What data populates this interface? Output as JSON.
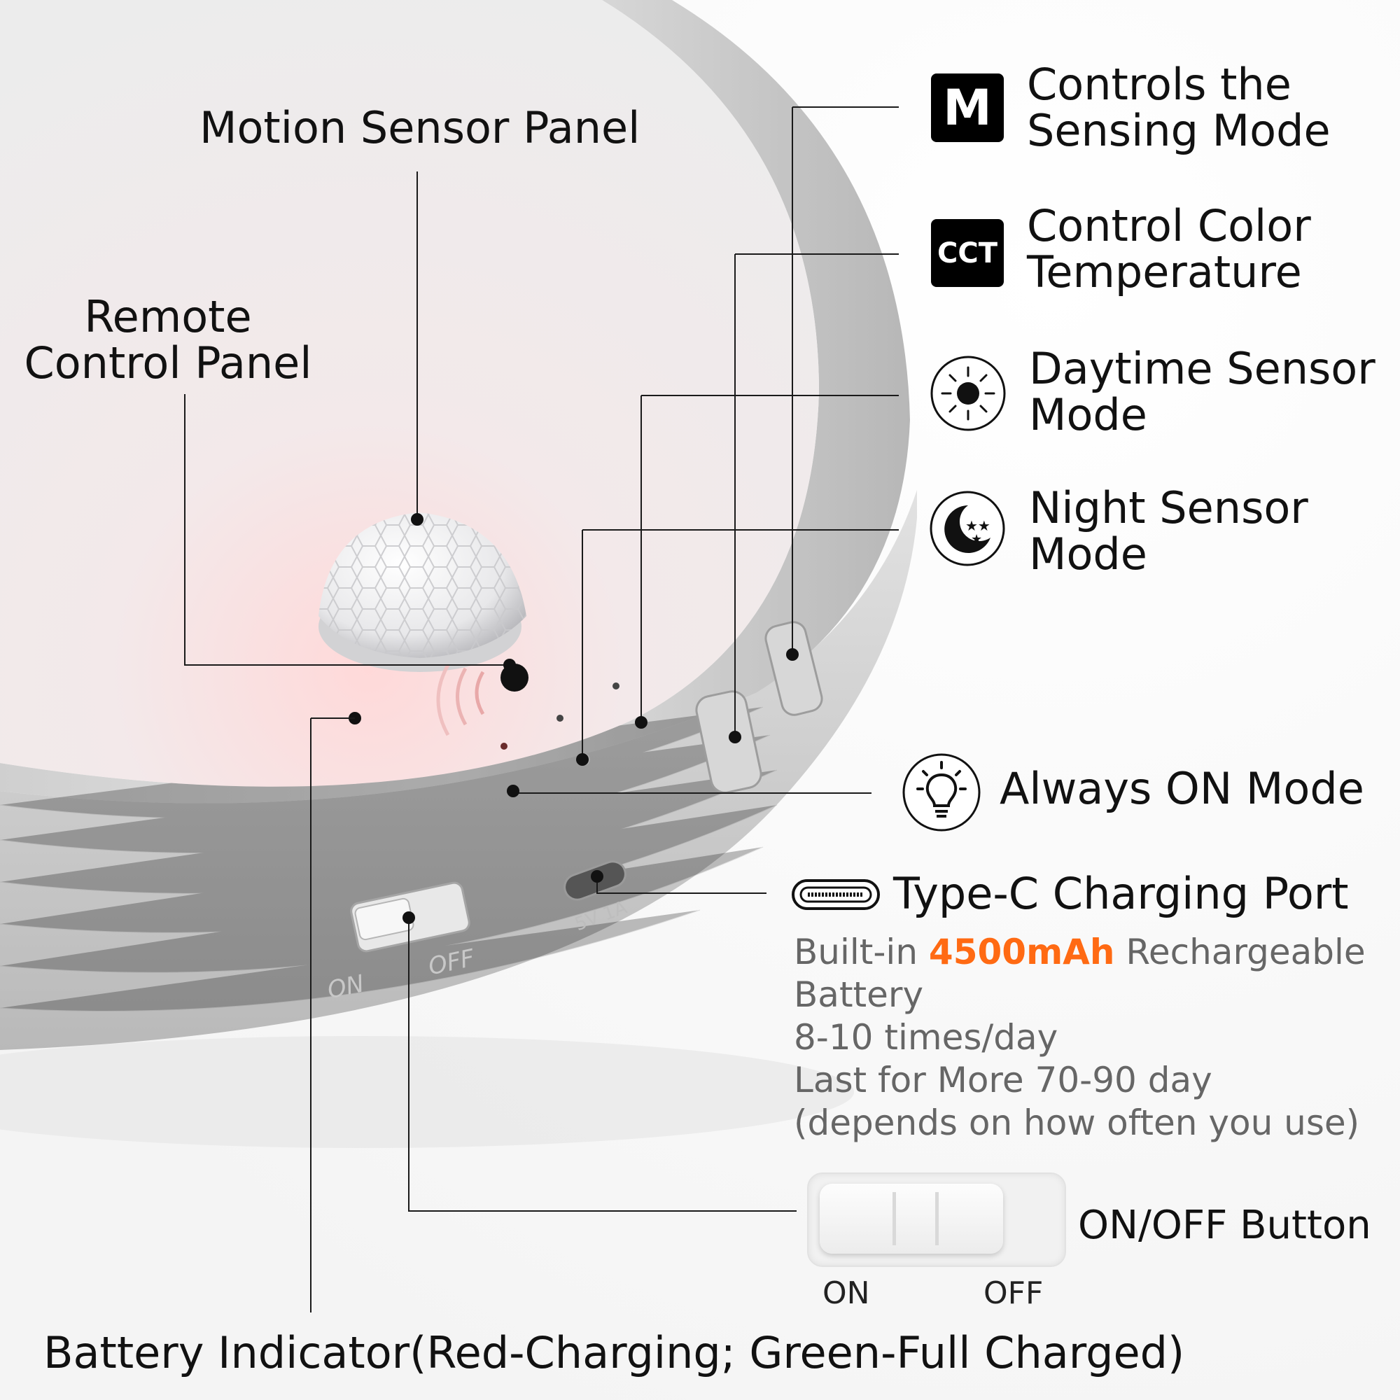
{
  "labels": {
    "motion_sensor": "Motion Sensor Panel",
    "remote_control": [
      "Remote",
      "Control Panel"
    ],
    "sensing_mode": [
      "Controls the",
      "Sensing Mode"
    ],
    "color_temp": [
      "Control Color",
      "Temperature"
    ],
    "daytime": [
      "Daytime Sensor",
      "Mode"
    ],
    "night": [
      "Night Sensor",
      "Mode"
    ],
    "always_on": "Always ON Mode",
    "type_c": "Type-C Charging Port",
    "onoff": "ON/OFF Button",
    "battery": "Battery Indicator(Red-Charging; Green-Full Charged)"
  },
  "icons": {
    "m_box": "M",
    "cct_box": "CCT"
  },
  "battery_spec": {
    "line1_pre": "Built-in ",
    "capacity": "4500mAh",
    "line1_post": " Rechargeable",
    "line2": "Battery",
    "line3": "8-10 times/day",
    "line4": "Last for More 70-90 day",
    "line5": "(depends on how often you use)"
  },
  "switch": {
    "on": "ON",
    "off": "OFF"
  },
  "device": {
    "switch_on": "ON",
    "switch_off": "OFF",
    "port_text": "5V 1A"
  },
  "colors": {
    "accent": "#ff6a13",
    "text": "#111111",
    "spec_text": "#666666"
  }
}
